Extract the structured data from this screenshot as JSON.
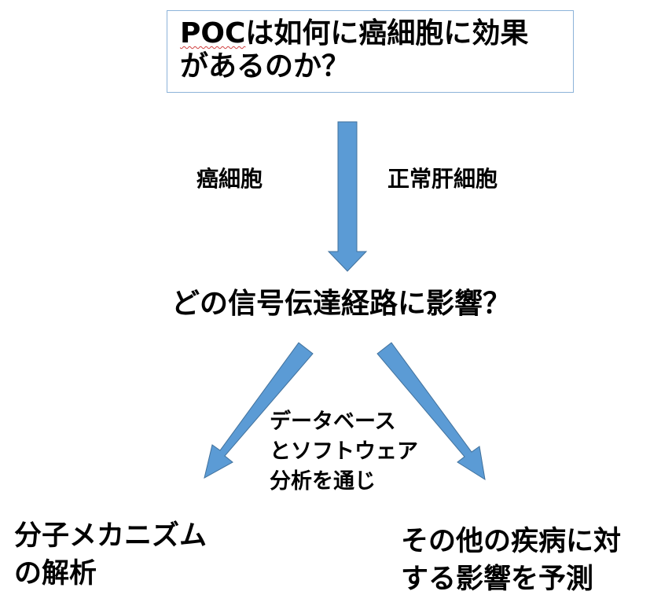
{
  "question": {
    "poc": "POC",
    "line1_rest": "は如何に癌細胞に効果",
    "line2": "があるのか？"
  },
  "labels": {
    "cancer_cells": "癌細胞",
    "normal_liver_cells": "正常肝細胞",
    "pathway_question": "どの信号伝達経路に影響？",
    "method": [
      "データベース",
      "とソフトウェア",
      "分析を通じ"
    ],
    "molecular_mechanism": [
      "分子メカニズム",
      "の解析"
    ],
    "other_diseases": [
      "その他の疾病に対",
      "する影響を予測"
    ]
  },
  "colors": {
    "arrow_fill": "#5b9bd5",
    "arrow_stroke": "#41719c",
    "box_border": "#8db3d9"
  }
}
